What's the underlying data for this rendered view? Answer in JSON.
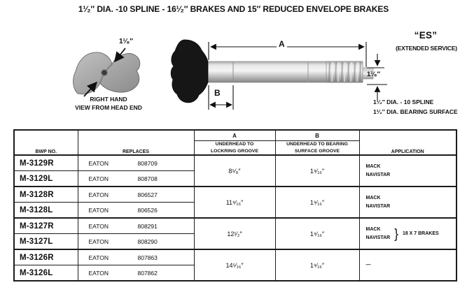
{
  "page": {
    "title": "1¹⁄₂″ DIA. -10 SPLINE - 16¹⁄₂″  BRAKES AND 15″ REDUCED ENVELOPE BRAKES"
  },
  "left_diagram": {
    "dim_label": "1¹⁄₈″",
    "caption_line1": "RIGHT HAND",
    "caption_line2": "VIEW FROM HEAD END"
  },
  "shaft_diagram": {
    "dim_a": "A",
    "dim_b": "B",
    "tip_dim": "1¹⁄₈″",
    "es": "“ES”",
    "es_sub": "(EXTENDED SERVICE)",
    "note_spline": "1¹⁄₂″ DIA. - 10 SPLINE",
    "note_bearing": "1¹⁄₂″ DIA. BEARING SURFACE"
  },
  "table": {
    "headers": {
      "bwp": "BWP NO.",
      "replaces": "REPLACES",
      "a_letter": "A",
      "a_desc_1": "UNDERHEAD TO",
      "a_desc_2": "LOCKRING GROOVE",
      "b_letter": "B",
      "b_desc_1": "UNDERHEAD TO BEARING",
      "b_desc_2": "SURFACE GROOVE",
      "application": "APPLICATION"
    },
    "groups": [
      {
        "rows": [
          {
            "bwp": "M-3129R",
            "brand": "EATON",
            "part": "808709"
          },
          {
            "bwp": "M-3129L",
            "brand": "EATON",
            "part": "808708"
          }
        ],
        "a": "8⁵⁄₈″",
        "b": "1⁹⁄₁₆″",
        "app_line1": "MACK",
        "app_line2": "NAVISTAR",
        "brace": "",
        "note": ""
      },
      {
        "rows": [
          {
            "bwp": "M-3128R",
            "brand": "EATON",
            "part": "806527"
          },
          {
            "bwp": "M-3128L",
            "brand": "EATON",
            "part": "806526"
          }
        ],
        "a": "11⁹⁄₁₆″",
        "b": "1⁹⁄₁₆″",
        "app_line1": "MACK",
        "app_line2": "NAVISTAR",
        "brace": "",
        "note": ""
      },
      {
        "rows": [
          {
            "bwp": "M-3127R",
            "brand": "EATON",
            "part": "808291"
          },
          {
            "bwp": "M-3127L",
            "brand": "EATON",
            "part": "808290"
          }
        ],
        "a": "12¹⁄₂″",
        "b": "1⁹⁄₁₆″",
        "app_line1": "MACK",
        "app_line2": "NAVISTAR",
        "brace": "}",
        "note": "18 X 7 BRAKES"
      },
      {
        "rows": [
          {
            "bwp": "M-3126R",
            "brand": "EATON",
            "part": "807863"
          },
          {
            "bwp": "M-3126L",
            "brand": "EATON",
            "part": "807862"
          }
        ],
        "a": "14⁵⁄₁₆″",
        "b": "1⁹⁄₁₆″",
        "app_line1": "—",
        "app_line2": "",
        "brace": "",
        "note": ""
      }
    ]
  }
}
